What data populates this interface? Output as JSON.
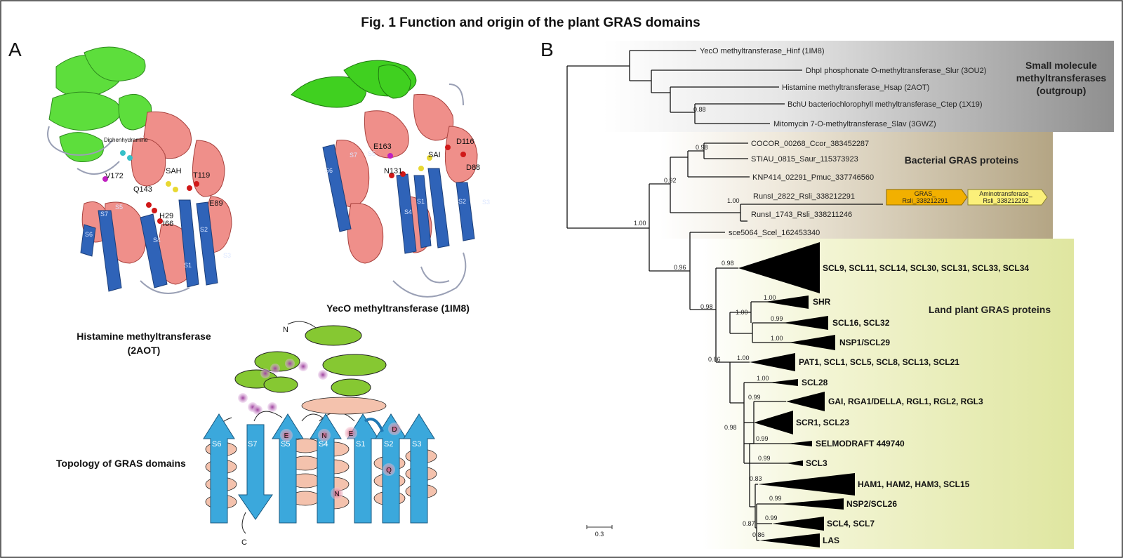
{
  "figure": {
    "title": "Fig. 1 Function and origin of the plant GRAS domains",
    "panel_a_letter": "A",
    "panel_b_letter": "B"
  },
  "panel_a": {
    "structure1_caption_line1": "Histamine methyltransferase",
    "structure1_caption_line2": "(2AOT)",
    "structure2_caption": "YecO methyltransferase (1IM8)",
    "topology_caption": "Topology of GRAS domains",
    "s1_ligands": [
      "Diphenhydramine",
      "SAH",
      "V172",
      "Q143",
      "T119",
      "E89",
      "H29",
      "I66"
    ],
    "s1_strands": [
      "S1",
      "S2",
      "S3",
      "S4",
      "S5",
      "S6",
      "S7"
    ],
    "s2_ligands": [
      "E163",
      "D116",
      "SAI",
      "N131",
      "D88"
    ],
    "s2_strands": [
      "S1",
      "S2",
      "S3",
      "S4",
      "S5",
      "S6",
      "S7"
    ],
    "topo_termini": [
      "N",
      "C"
    ],
    "topo_strands": [
      "S6",
      "S7",
      "S5",
      "S4",
      "S1",
      "S2",
      "S3"
    ],
    "topo_residues": [
      "E",
      "N",
      "E",
      "D",
      "Q",
      "N"
    ]
  },
  "panel_b": {
    "groups": {
      "outgroup_line1": "Small molecule",
      "outgroup_line2": "methyltransferases",
      "outgroup_line3": "(outgroup)",
      "bacterial": "Bacterial GRAS proteins",
      "land": "Land plant GRAS proteins"
    },
    "operon": {
      "gene1_line1": "GRAS_",
      "gene1_line2": "Rsli_338212291",
      "gene2_line1": "Aminotransferase_",
      "gene2_line2": "Rsli_338212292"
    },
    "scale_label": "0.3",
    "outgroup_taxa": [
      "YecO methyltransferase_Hinf (1IM8)",
      "DhpI phosphonate O-methyltransferase_Slur (3OU2)",
      "Histamine methyltransferase_Hsap (2AOT)",
      "BchU bacteriochlorophyll methyltransferase_Ctep (1X19)",
      "Mitomycin 7-O-methyltransferase_Slav (3GWZ)"
    ],
    "bacterial_taxa": [
      "COCOR_00268_Ccor_383452287",
      "STIAU_0815_Saur_115373923",
      "KNP414_02291_Pmuc_337746560",
      "RunsI_2822_Rsli_338212291",
      "RunsI_1743_Rsli_338211246",
      "sce5064_Scel_162453340"
    ],
    "plant_clades": [
      "SCL9, SCL11, SCL14, SCL30, SCL31, SCL33, SCL34",
      "SHR",
      "SCL16, SCL32",
      "NSP1/SCL29",
      "PAT1, SCL1, SCL5, SCL8, SCL13, SCL21",
      "SCL28",
      "GAI, RGA1/DELLA, RGL1, RGL2, RGL3",
      "SCR1, SCL23",
      "SELMODRAFT 449740",
      "SCL3",
      "HAM1, HAM2, HAM3, SCL15",
      "NSP2/SCL26",
      "SCL4, SCL7",
      "LAS"
    ],
    "support_values": [
      "0.88",
      "0.98",
      "0.92",
      "1.00",
      "1.00",
      "0.96",
      "0.98",
      "0.98",
      "1.00",
      "1.00",
      "0.99",
      "1.00",
      "0.86",
      "1.00",
      "1.00",
      "0.99",
      "0.98",
      "0.99",
      "0.99",
      "0.83",
      "0.99",
      "0.99",
      "0.87",
      "0.86"
    ]
  }
}
